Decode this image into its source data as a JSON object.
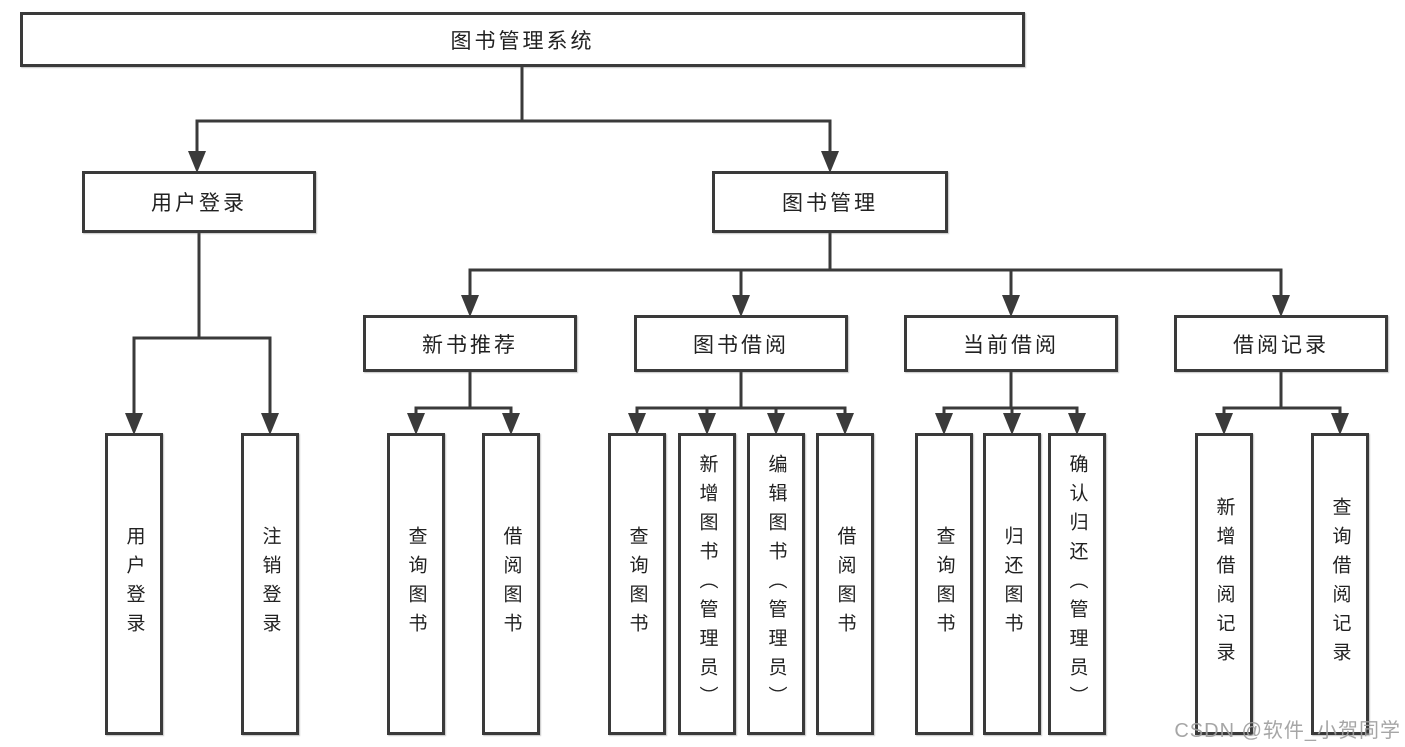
{
  "diagram": {
    "title_node": "图书管理系统",
    "level2": {
      "user_login": "用户登录",
      "book_mgmt": "图书管理"
    },
    "level3": {
      "new_book": "新书推荐",
      "book_borrow": "图书借阅",
      "current_borrow": "当前借阅",
      "borrow_records": "借阅记录"
    },
    "leaves": {
      "user": [
        "用户登录",
        "注销登录"
      ],
      "new_book": [
        "查询图书",
        "借阅图书"
      ],
      "borrow": [
        "查询图书",
        "新增图书（管理员）",
        "编辑图书（管理员）",
        "借阅图书"
      ],
      "current": [
        "查询图书",
        "归还图书",
        "确认归还（管理员）"
      ],
      "records": [
        "新增借阅记录",
        "查询借阅记录"
      ]
    }
  },
  "watermark": {
    "text": "CSDN @软件_小贺同学"
  },
  "colors": {
    "line": "#3a3a3a",
    "text": "#212121",
    "background": "#ffffff",
    "watermark": "#9e9e9e"
  }
}
